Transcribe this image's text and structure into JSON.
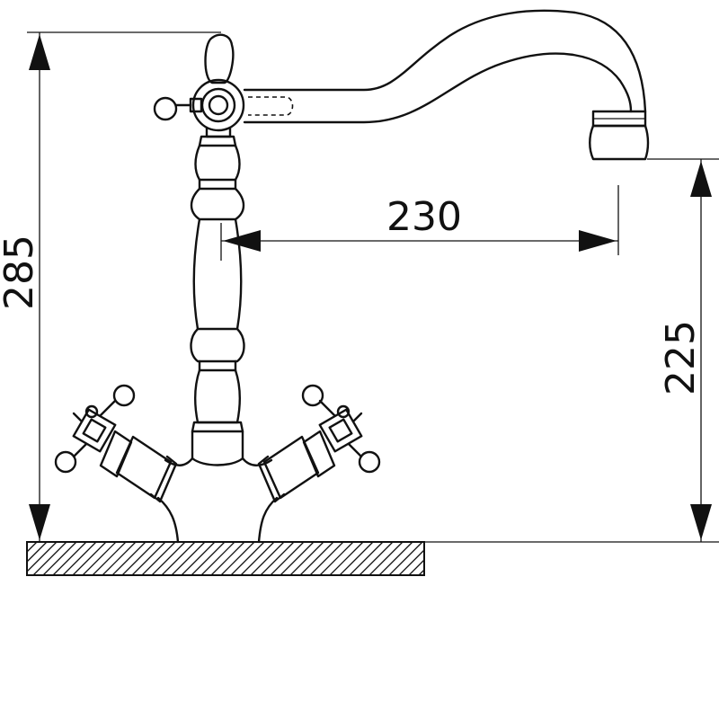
{
  "dimensions": {
    "total_height": "285",
    "spout_reach": "230",
    "spout_height": "225"
  },
  "colors": {
    "line": "#111111",
    "background": "#ffffff"
  }
}
